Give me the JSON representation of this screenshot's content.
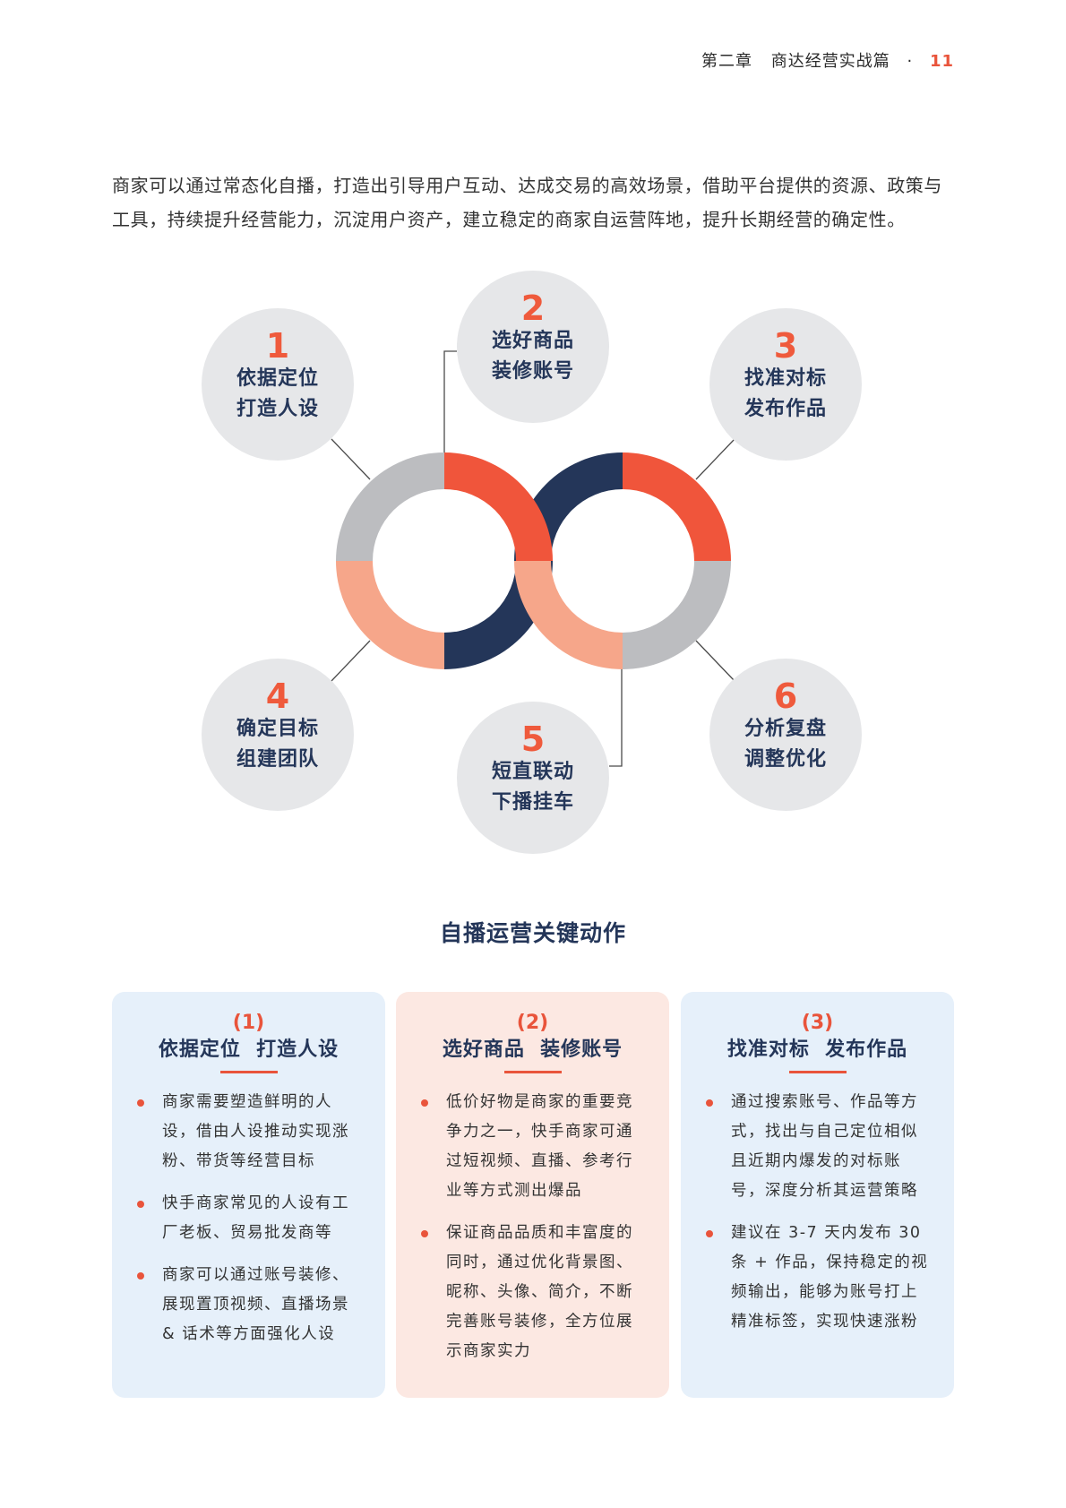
{
  "header": {
    "chapter": "第二章",
    "section": "商达经营实战篇",
    "separator": "·",
    "page_number": "11"
  },
  "intro": "商家可以通过常态化自播，打造出引导用户互动、达成交易的高效场景，借助平台提供的资源、政策与工具，持续提升经营能力，沉淀用户资产，建立稳定的商家自运营阵地，提升长期经营的确定性。",
  "diagram": {
    "colors": {
      "red": "#f0553b",
      "navy": "#243659",
      "gray": "#bcbdc0",
      "salmon": "#f6a68a",
      "bubble": "#e6e7e9",
      "number": "#ef5a3c",
      "label": "#243659"
    },
    "steps": [
      {
        "num": "1",
        "line1": "依据定位",
        "line2": "打造人设"
      },
      {
        "num": "2",
        "line1": "选好商品",
        "line2": "装修账号"
      },
      {
        "num": "3",
        "line1": "找准对标",
        "line2": "发布作品"
      },
      {
        "num": "4",
        "line1": "确定目标",
        "line2": "组建团队"
      },
      {
        "num": "5",
        "line1": "短直联动",
        "line2": "下播挂车"
      },
      {
        "num": "6",
        "line1": "分析复盘",
        "line2": "调整优化"
      }
    ]
  },
  "section_title": "自播运营关键动作",
  "cards": [
    {
      "num": "(1)",
      "title": "依据定位  打造人设",
      "bullets": [
        "商家需要塑造鲜明的人设，借由人设推动实现涨粉、带货等经营目标",
        "快手商家常见的人设有工厂老板、贸易批发商等",
        "商家可以通过账号装修、展现置顶视频、直播场景 & 话术等方面强化人设"
      ]
    },
    {
      "num": "(2)",
      "title": "选好商品  装修账号",
      "bullets": [
        "低价好物是商家的重要竞争力之一，快手商家可通过短视频、直播、参考行业等方式测出爆品",
        "保证商品品质和丰富度的同时，通过优化背景图、昵称、头像、简介，不断完善账号装修，全方位展示商家实力"
      ]
    },
    {
      "num": "(3)",
      "title": "找准对标  发布作品",
      "bullets": [
        "通过搜索账号、作品等方式，找出与自己定位相似且近期内爆发的对标账号，深度分析其运营策略",
        "建议在 3-7 天内发布 30 条 + 作品，保持稳定的视频输出，能够为账号打上精准标签，实现快速涨粉"
      ]
    }
  ]
}
